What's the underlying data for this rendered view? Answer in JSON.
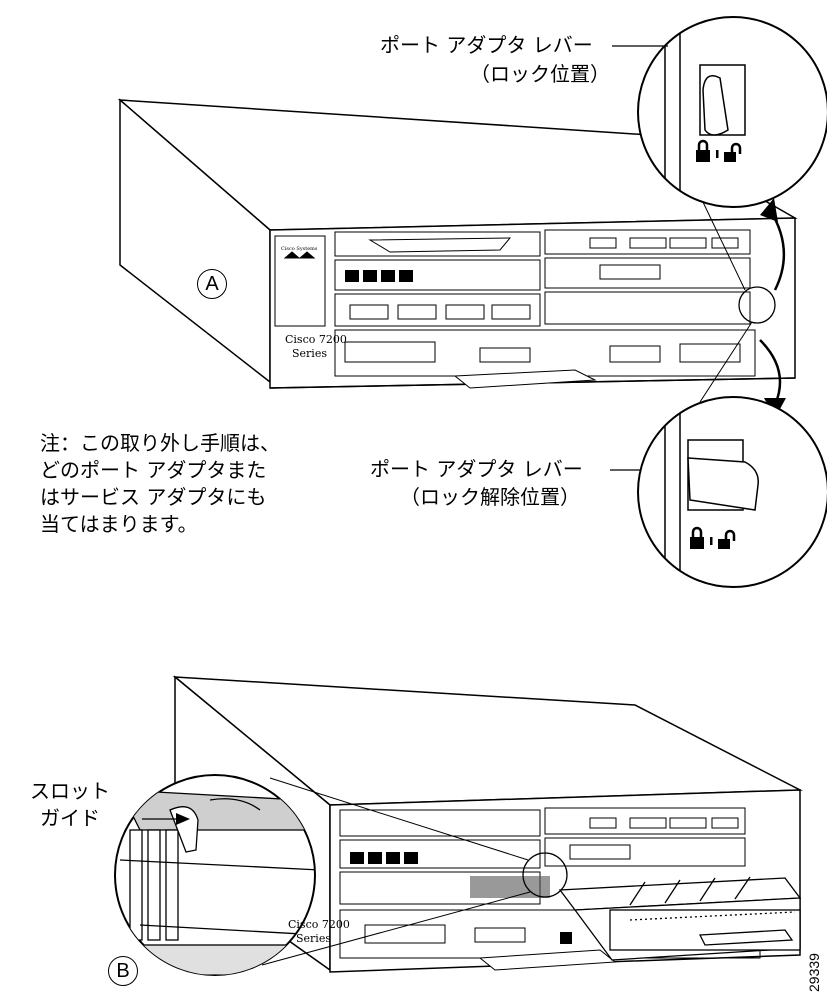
{
  "panel_a": {
    "letter": "A",
    "callout_locked": {
      "line1": "ポート アダプタ レバー",
      "line2": "（ロック位置）"
    },
    "callout_unlocked": {
      "line1": "ポート アダプタ レバー",
      "line2": "（ロック解除位置）"
    },
    "note_lines": [
      "注：この取り外し手順は、",
      "どのポート アダプタまた",
      "はサービス アダプタにも",
      "当てはまります。"
    ],
    "chassis_brand": "Cisco Systems",
    "chassis_model_line1": "Cisco 7200",
    "chassis_model_line2": "Series"
  },
  "panel_b": {
    "letter": "B",
    "slot_guide_line1": "スロット",
    "slot_guide_line2": "ガイド",
    "chassis_model_line1": "Cisco 7200",
    "chassis_model_line2": "Series"
  },
  "figure_id": "29339"
}
